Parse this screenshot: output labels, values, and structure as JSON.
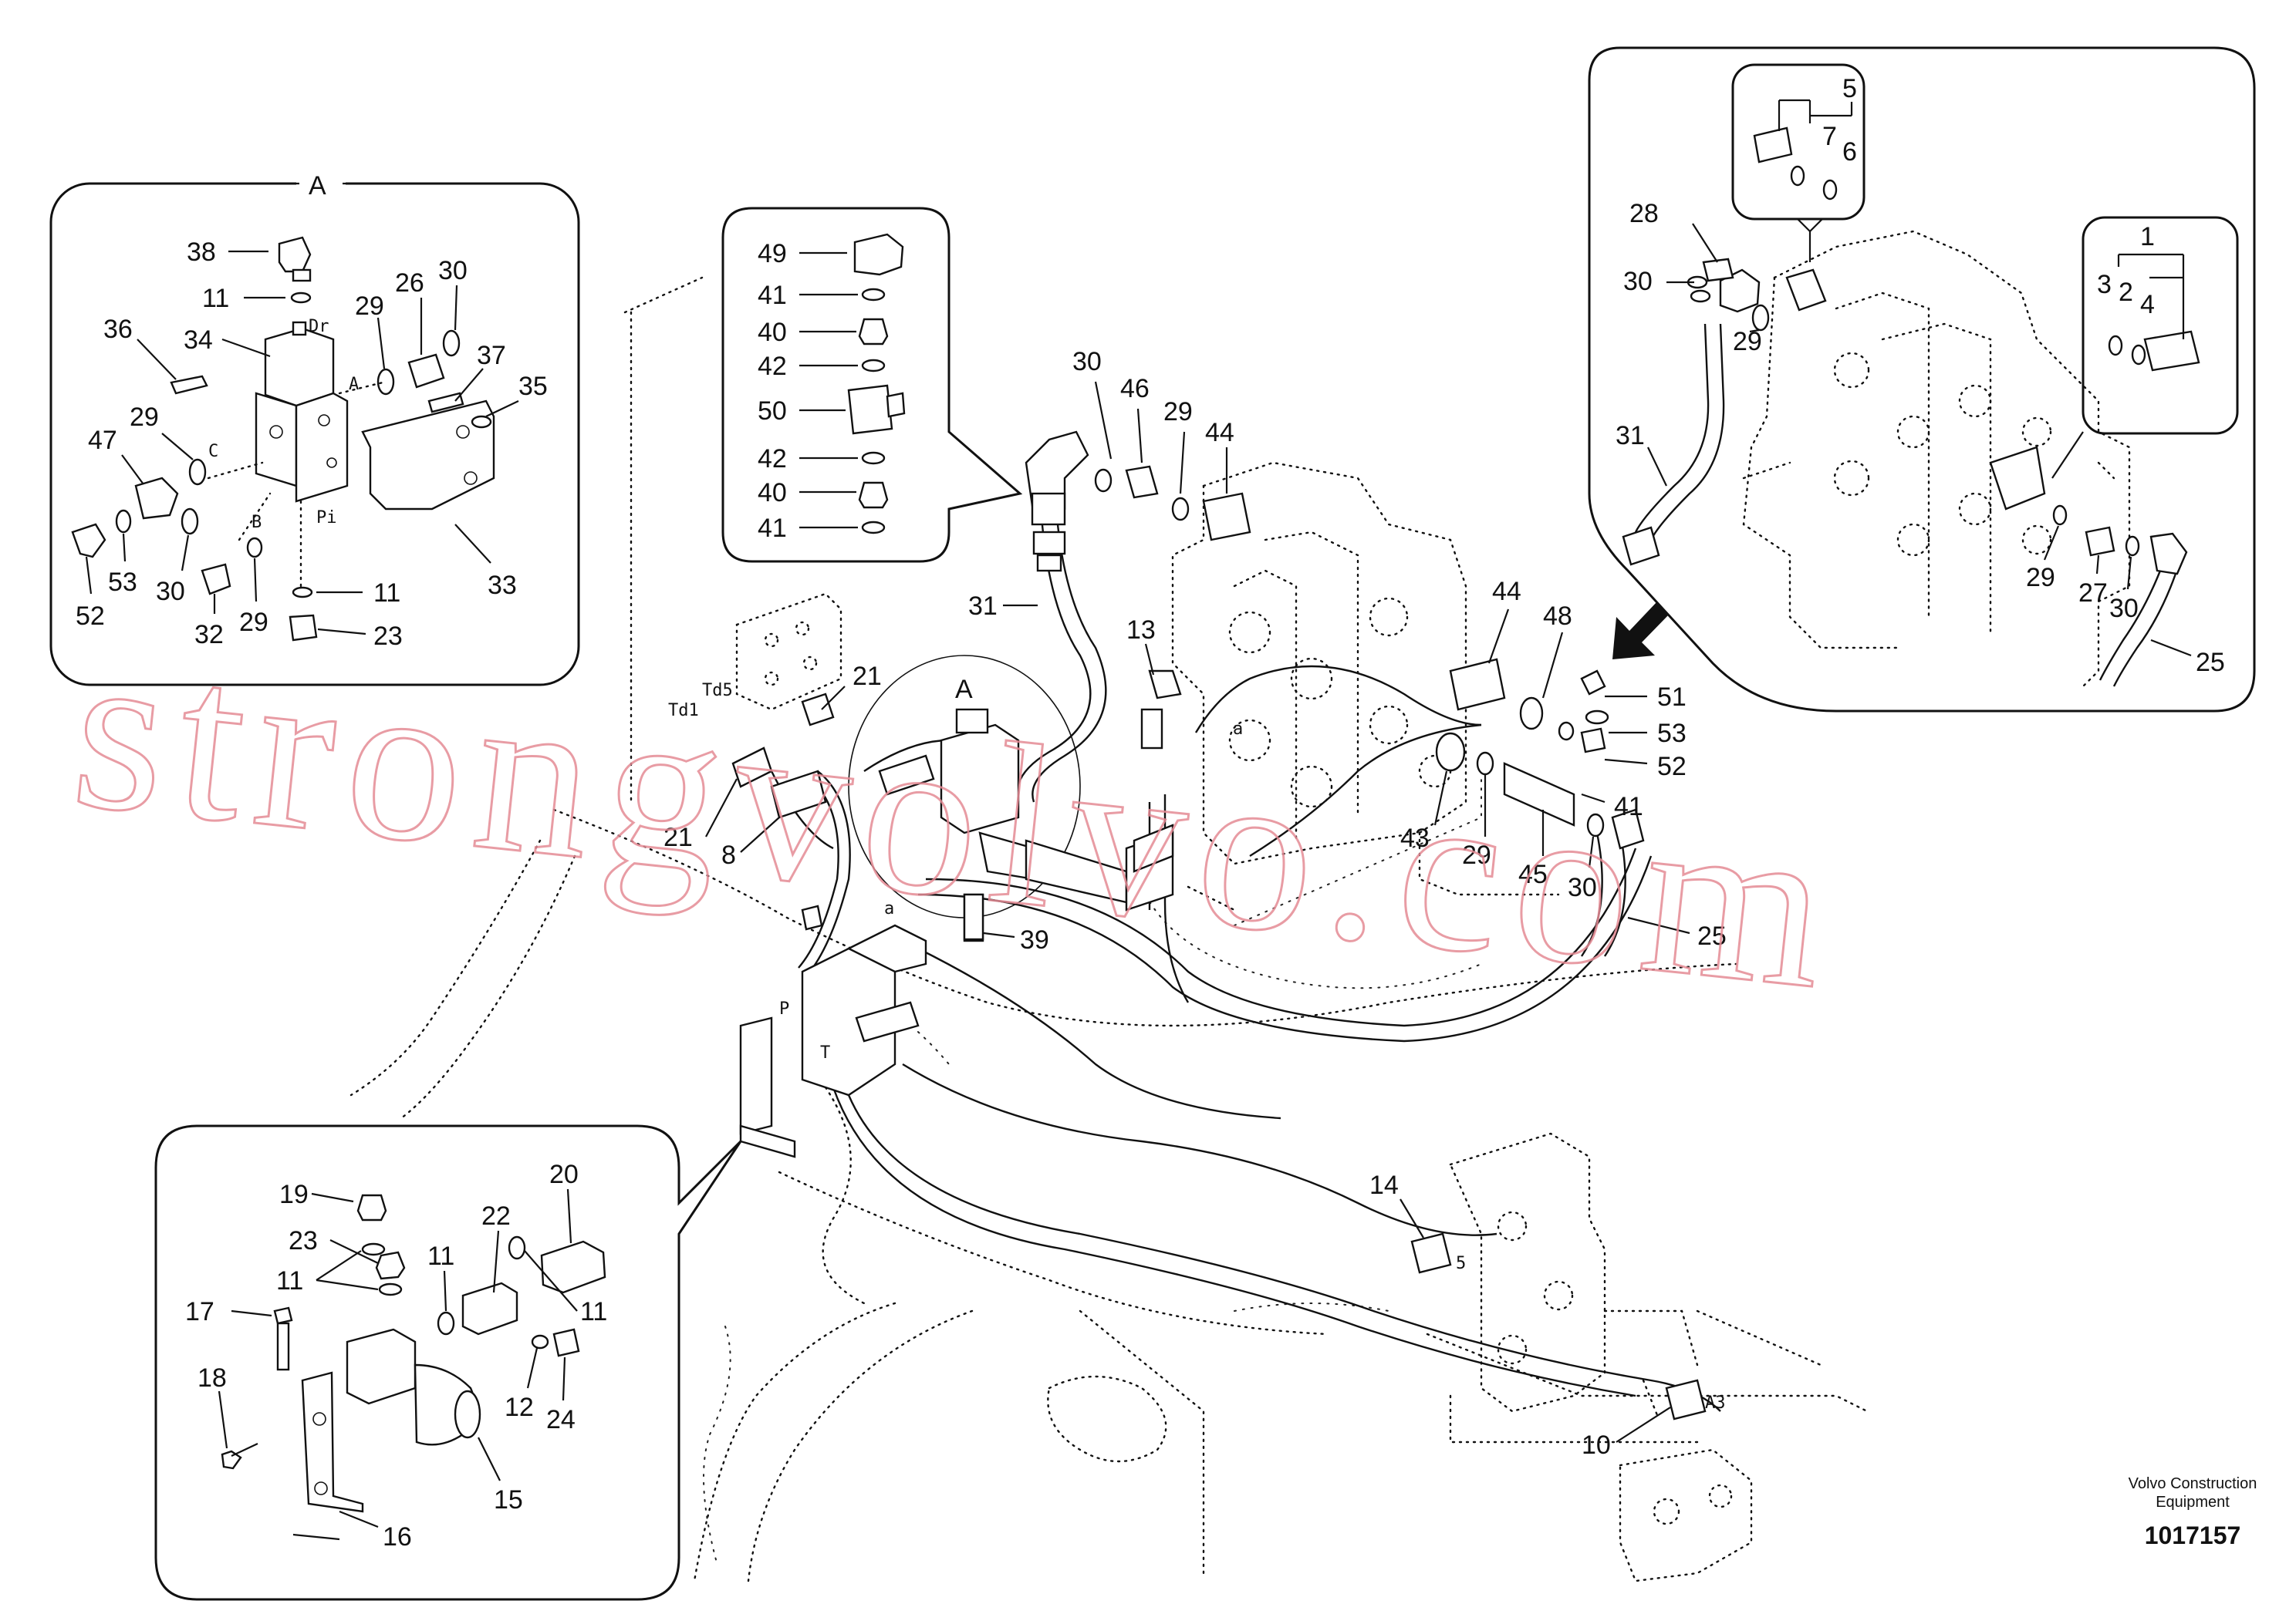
{
  "title_detail_A": "A",
  "title_main_A": "A",
  "credit_line1": "Volvo Construction",
  "credit_line2": "Equipment",
  "figure_number": "1017157",
  "watermark": "strongvolvo.com",
  "port_labels": {
    "dr": "Dr",
    "a": "A",
    "c": "C",
    "b": "B",
    "pi": "Pi",
    "td5": "Td5",
    "td1": "Td1",
    "a3": "A3",
    "p": "P",
    "t": "T",
    "a_small": "a",
    "a_small2": "a",
    "five_small": "5"
  },
  "callouts": {
    "detailA": [
      "38",
      "11",
      "26",
      "30",
      "36",
      "34",
      "29",
      "37",
      "35",
      "47",
      "29",
      "53",
      "30",
      "52",
      "32",
      "29",
      "11",
      "23",
      "33"
    ],
    "legend": [
      "49",
      "41",
      "40",
      "42",
      "50",
      "42",
      "40",
      "41"
    ],
    "main": [
      "30",
      "46",
      "29",
      "44",
      "31",
      "13",
      "21",
      "21",
      "8",
      "44",
      "48",
      "51",
      "53",
      "52",
      "41",
      "43",
      "29",
      "45",
      "30",
      "25",
      "39",
      "14",
      "10"
    ],
    "topright": [
      "5",
      "7",
      "6",
      "28",
      "30",
      "29",
      "31",
      "1",
      "3",
      "2",
      "4",
      "29",
      "27",
      "30",
      "25"
    ],
    "bottomleft": [
      "19",
      "23",
      "11",
      "22",
      "20",
      "11",
      "11",
      "17",
      "18",
      "12",
      "24",
      "15",
      "16"
    ]
  },
  "colors": {
    "ink": "#111111",
    "watermark": "#e58b95",
    "background": "#ffffff"
  }
}
